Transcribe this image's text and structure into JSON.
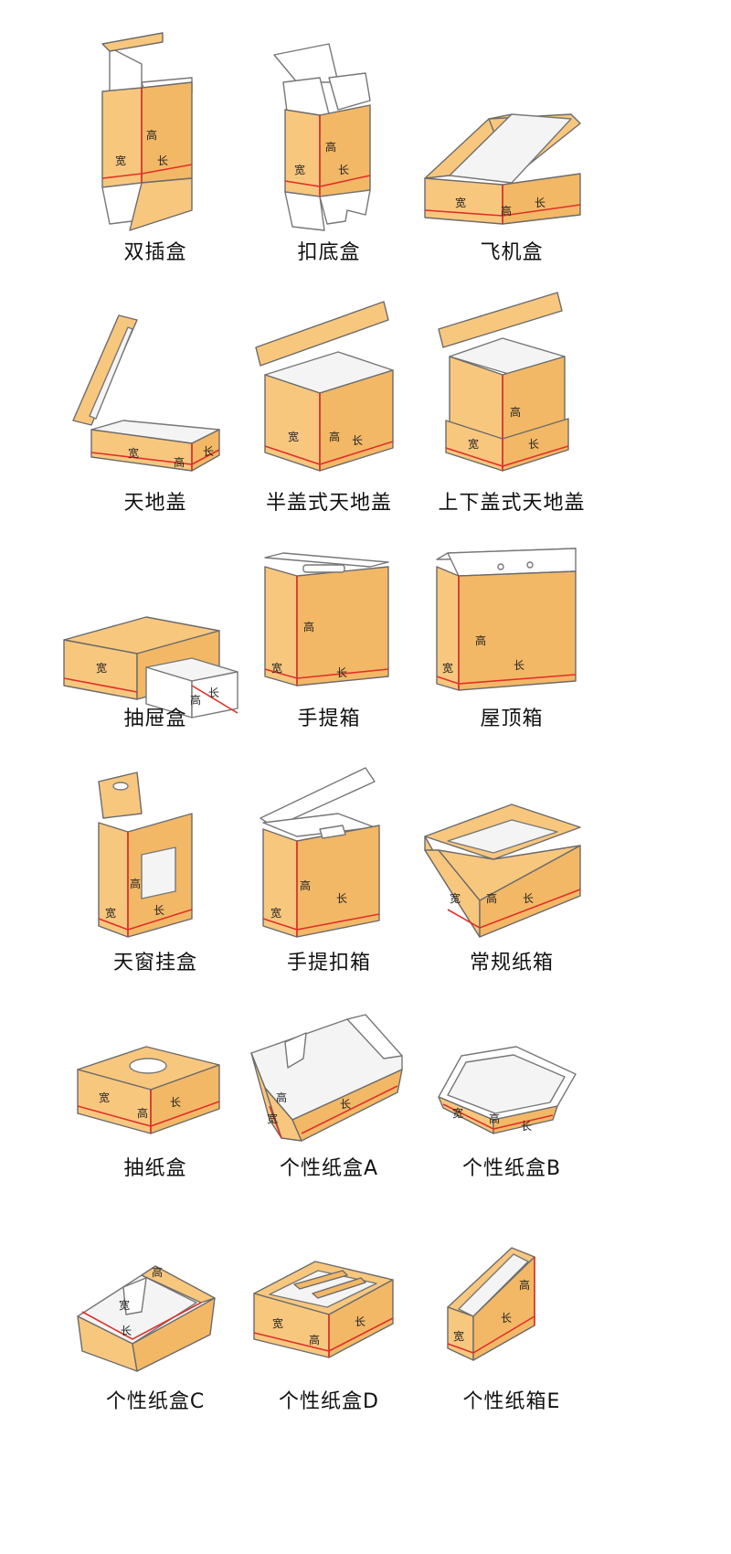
{
  "items": [
    {
      "caption": "双插盒",
      "w": "宽",
      "h": "高",
      "l": "长"
    },
    {
      "caption": "扣底盒",
      "w": "宽",
      "h": "高",
      "l": "长"
    },
    {
      "caption": "飞机盒",
      "w": "宽",
      "h": "高",
      "l": "长"
    },
    {
      "caption": "天地盖",
      "w": "宽",
      "h": "高",
      "l": "长"
    },
    {
      "caption": "半盖式天地盖",
      "w": "宽",
      "h": "高",
      "l": "长"
    },
    {
      "caption": "上下盖式天地盖",
      "w": "宽",
      "h": "高",
      "l": "长"
    },
    {
      "caption": "抽屉盒",
      "w": "宽",
      "h": "高",
      "l": "长"
    },
    {
      "caption": "手提箱",
      "w": "宽",
      "h": "高",
      "l": "长"
    },
    {
      "caption": "屋顶箱",
      "w": "宽",
      "h": "高",
      "l": "长"
    },
    {
      "caption": "天窗挂盒",
      "w": "宽",
      "h": "高",
      "l": "长"
    },
    {
      "caption": "手提扣箱",
      "w": "宽",
      "h": "高",
      "l": "长"
    },
    {
      "caption": "常规纸箱",
      "w": "宽",
      "h": "高",
      "l": "长"
    },
    {
      "caption": "抽纸盒",
      "w": "宽",
      "h": "高",
      "l": "长"
    },
    {
      "caption": "个性纸盒A",
      "w": "宽",
      "h": "高",
      "l": "长"
    },
    {
      "caption": "个性纸盒B",
      "w": "宽",
      "h": "高",
      "l": "长"
    },
    {
      "caption": "个性纸盒C",
      "w": "宽",
      "h": "高",
      "l": "长"
    },
    {
      "caption": "个性纸盒D",
      "w": "宽",
      "h": "高",
      "l": "长"
    },
    {
      "caption": "个性纸箱E",
      "w": "宽",
      "h": "高",
      "l": "长"
    }
  ]
}
